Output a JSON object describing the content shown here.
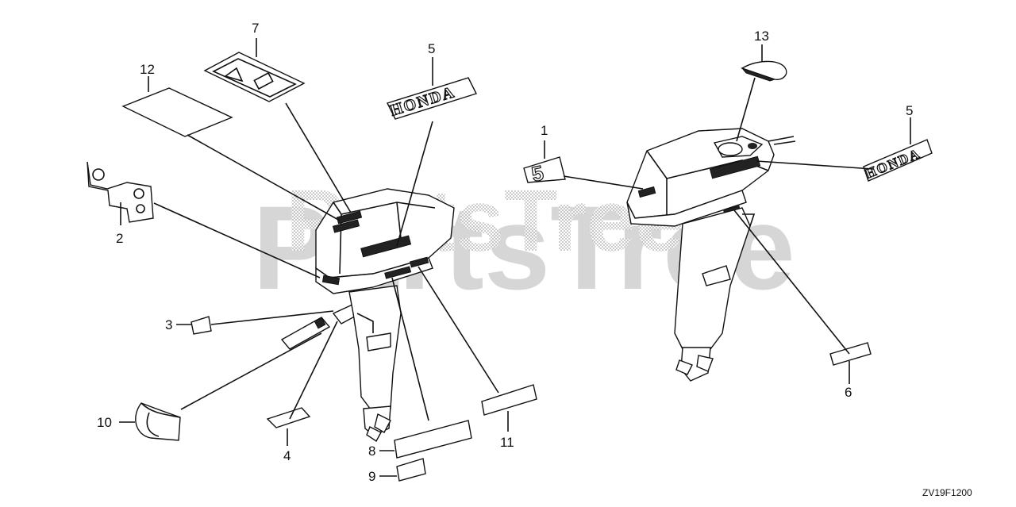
{
  "diagram": {
    "figure_code": "ZV19F1200",
    "watermark": "PartsTree",
    "decal_brand_text": "HONDA",
    "callouts": {
      "c1": "1",
      "c2": "2",
      "c3": "3",
      "c4": "4",
      "c5a": "5",
      "c5b": "5",
      "c6": "6",
      "c7": "7",
      "c8": "8",
      "c9": "9",
      "c10": "10",
      "c11": "11",
      "c12": "12",
      "c13": "13"
    }
  }
}
